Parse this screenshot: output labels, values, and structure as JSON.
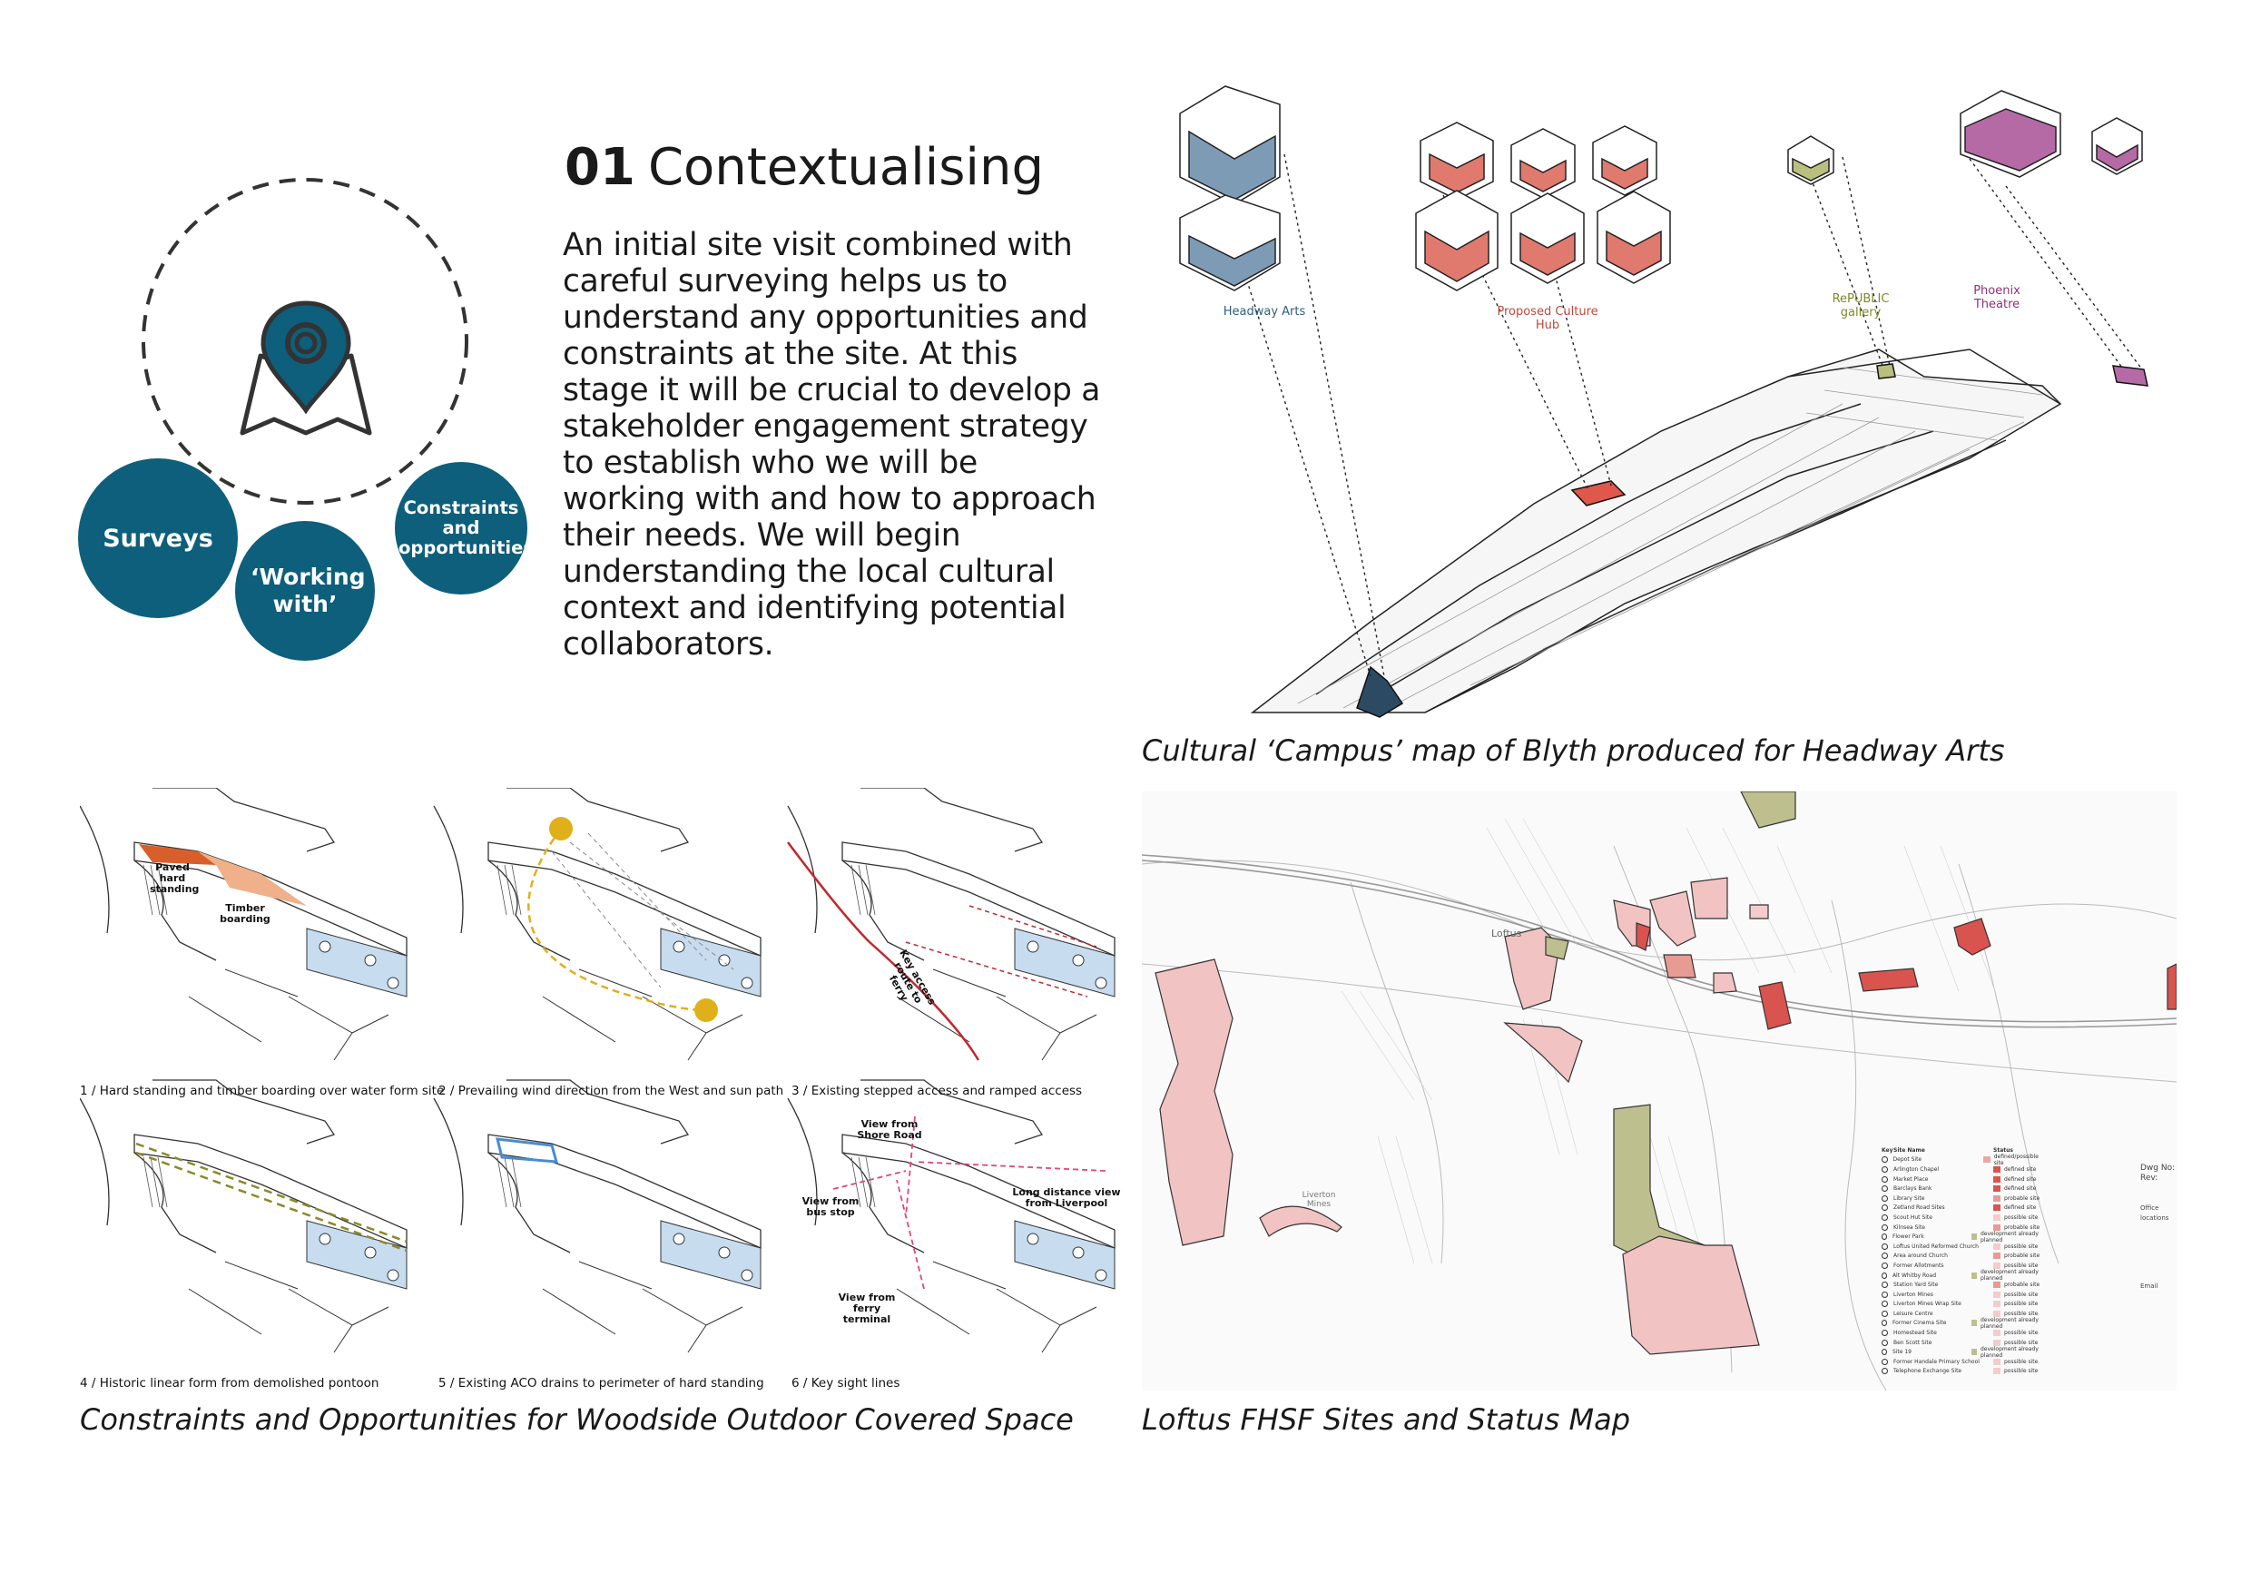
{
  "heading": {
    "number": "01",
    "title": "Contextualising"
  },
  "intro": "An initial site visit combined with careful surveying helps us to understand any opportunities and constraints at the site. At this stage it will be crucial to develop a stakeholder engagement strategy to establish who we will be working with and how to approach their needs. We will begin understanding the local cultural context and identifying potential collaborators.",
  "process": {
    "center_icon": "map-pin-icon",
    "bubbles": {
      "surveys": "Surveys",
      "working": "‘Working with’",
      "constraints": "Constraints and opportunities"
    },
    "color": "#0d5f7c"
  },
  "campus_map": {
    "caption": "Cultural ‘Campus’ map of Blyth produced for Headway Arts",
    "labels": {
      "headway": "Headway Arts",
      "culture_hub": "Proposed Culture Hub",
      "republic": "RePUBLIC gallery",
      "phoenix": "Phoenix Theatre"
    },
    "colors": {
      "headway": "#7e9bb5",
      "culture_hub": "#e07a6e",
      "republic": "#b9bf7e",
      "phoenix": "#b56aa6"
    }
  },
  "diagrams": {
    "caption": "Constraints and Opportunities for Woodside Outdoor Covered Space",
    "panels": [
      {
        "caption": "1 / Hard standing and timber boarding over water form site",
        "labels": [
          "Paved hard standing",
          "Timber boarding"
        ]
      },
      {
        "caption": "2 / Prevailing wind direction from the West and sun path"
      },
      {
        "caption": "3 / Existing stepped access and ramped access",
        "labels": [
          "Key access route to ferry"
        ]
      },
      {
        "caption": "4 / Historic linear form from demolished pontoon"
      },
      {
        "caption": "5 / Existing ACO drains to perimeter of hard standing"
      },
      {
        "caption": "6 / Key sight lines",
        "labels": [
          "View from Shore Road",
          "View from bus stop",
          "Long distance view from Liverpool",
          "View from ferry terminal"
        ]
      }
    ]
  },
  "loftus_map": {
    "caption": "Loftus FHSF Sites and Status Map",
    "town_label": "Loftus",
    "place_label": "Liverton Mines",
    "side_labels": [
      "Dwg No:",
      "Rev:",
      "Office locations",
      "Email"
    ],
    "key": {
      "col1": "Key",
      "col2": "Site Name",
      "col3": "Status",
      "rows": [
        {
          "name": "Depot Site",
          "status": "defined/possible site",
          "color": "#e8a7a7"
        },
        {
          "name": "Arlington Chapel",
          "status": "defined site",
          "color": "#d9534f"
        },
        {
          "name": "Market Place",
          "status": "defined site",
          "color": "#d9534f"
        },
        {
          "name": "Barclays Bank",
          "status": "defined site",
          "color": "#d9534f"
        },
        {
          "name": "Library Site",
          "status": "probable site",
          "color": "#e79b93"
        },
        {
          "name": "Zetland Road Sites",
          "status": "defined site",
          "color": "#d9534f"
        },
        {
          "name": "Scout Hut Site",
          "status": "possible site",
          "color": "#f4cccc"
        },
        {
          "name": "Kilnsea Site",
          "status": "probable site",
          "color": "#e79b93"
        },
        {
          "name": "Flower Park",
          "status": "development already planned",
          "color": "#bdbf8f"
        },
        {
          "name": "Loftus United Reformed Church",
          "status": "possible site",
          "color": "#f4cccc"
        },
        {
          "name": "Area around Church",
          "status": "probable site",
          "color": "#e79b93"
        },
        {
          "name": "Former Allotments",
          "status": "possible site",
          "color": "#f4cccc"
        },
        {
          "name": "Alt Whitby Road",
          "status": "development already planned",
          "color": "#bdbf8f"
        },
        {
          "name": "Station Yard Site",
          "status": "probable site",
          "color": "#e79b93"
        },
        {
          "name": "Liverton Mines",
          "status": "possible site",
          "color": "#f4cccc"
        },
        {
          "name": "Liverton Mines Wrap Site",
          "status": "possible site",
          "color": "#f4cccc"
        },
        {
          "name": "Leisure Centre",
          "status": "possible site",
          "color": "#f4cccc"
        },
        {
          "name": "Former Cinema Site",
          "status": "development already planned",
          "color": "#bdbf8f"
        },
        {
          "name": "Homestead Site",
          "status": "possible site",
          "color": "#f4cccc"
        },
        {
          "name": "Ben Scott Site",
          "status": "possible site",
          "color": "#f4cccc"
        },
        {
          "name": "Site 19",
          "status": "development already planned",
          "color": "#bdbf8f"
        },
        {
          "name": "Former Handale Primary School",
          "status": "possible site",
          "color": "#f4cccc"
        },
        {
          "name": "Telephone Exchange Site",
          "status": "possible site",
          "color": "#f4cccc"
        }
      ]
    }
  }
}
